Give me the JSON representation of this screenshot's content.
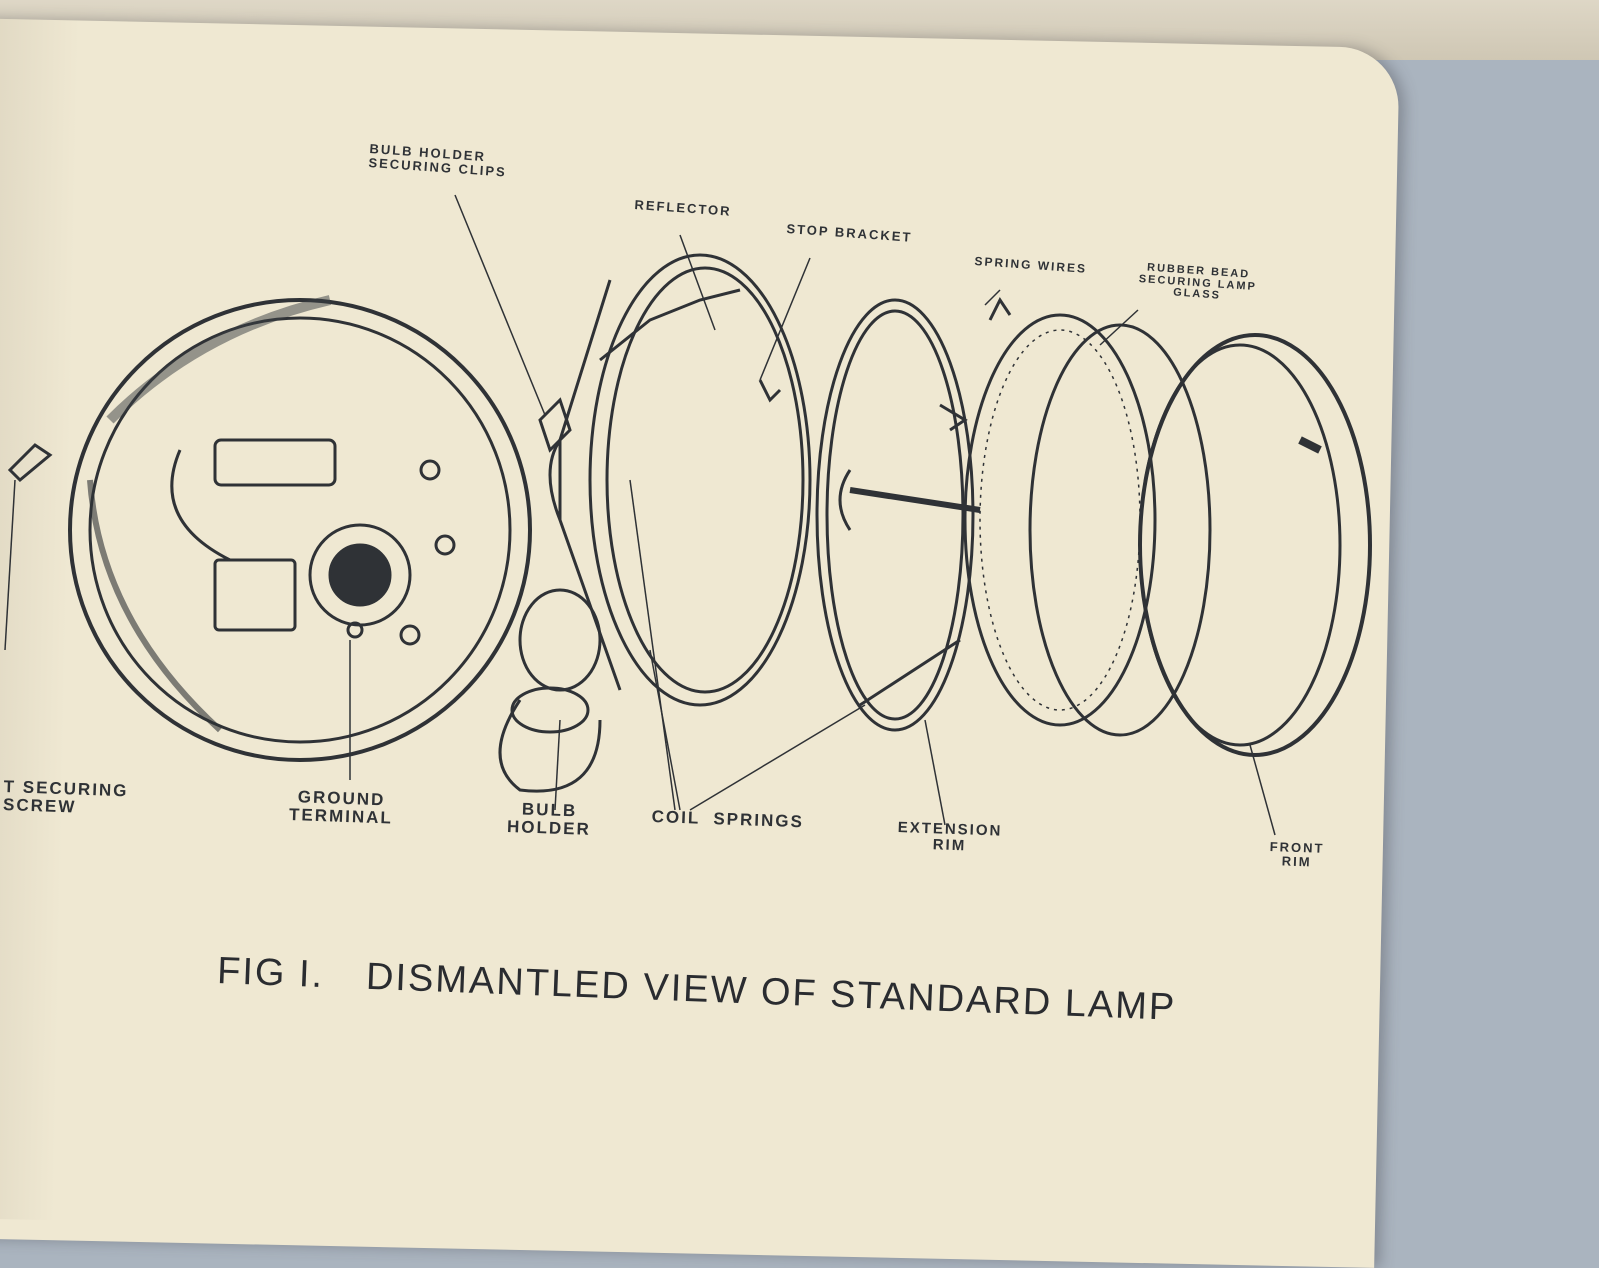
{
  "labels": {
    "bulb_holder_clips": [
      "BULB HOLDER",
      "SECURING CLIPS"
    ],
    "reflector": "REFLECTOR",
    "stop_bracket": "STOP BRACKET",
    "spring_wires": "SPRING WIRES",
    "rubber_bead": [
      "RUBBER BEAD",
      "SECURING LAMP",
      "GLASS"
    ],
    "securing_screw": [
      "T SECURING",
      "SCREW"
    ],
    "ground_terminal": [
      "GROUND",
      "TERMINAL"
    ],
    "bulb_holder": [
      "BULB",
      "HOLDER"
    ],
    "coil_springs": "COIL  SPRINGS",
    "extension_rim": [
      "EXTENSION",
      "RIM"
    ],
    "front_rim": [
      "FRONT",
      "RIM"
    ]
  },
  "caption": {
    "fig": "FIG I.",
    "title": "DISMANTLED VIEW OF STANDARD LAMP"
  },
  "colors": {
    "paper": "#efe8d2",
    "ink": "#2f3236",
    "background": "#aab4bf"
  }
}
